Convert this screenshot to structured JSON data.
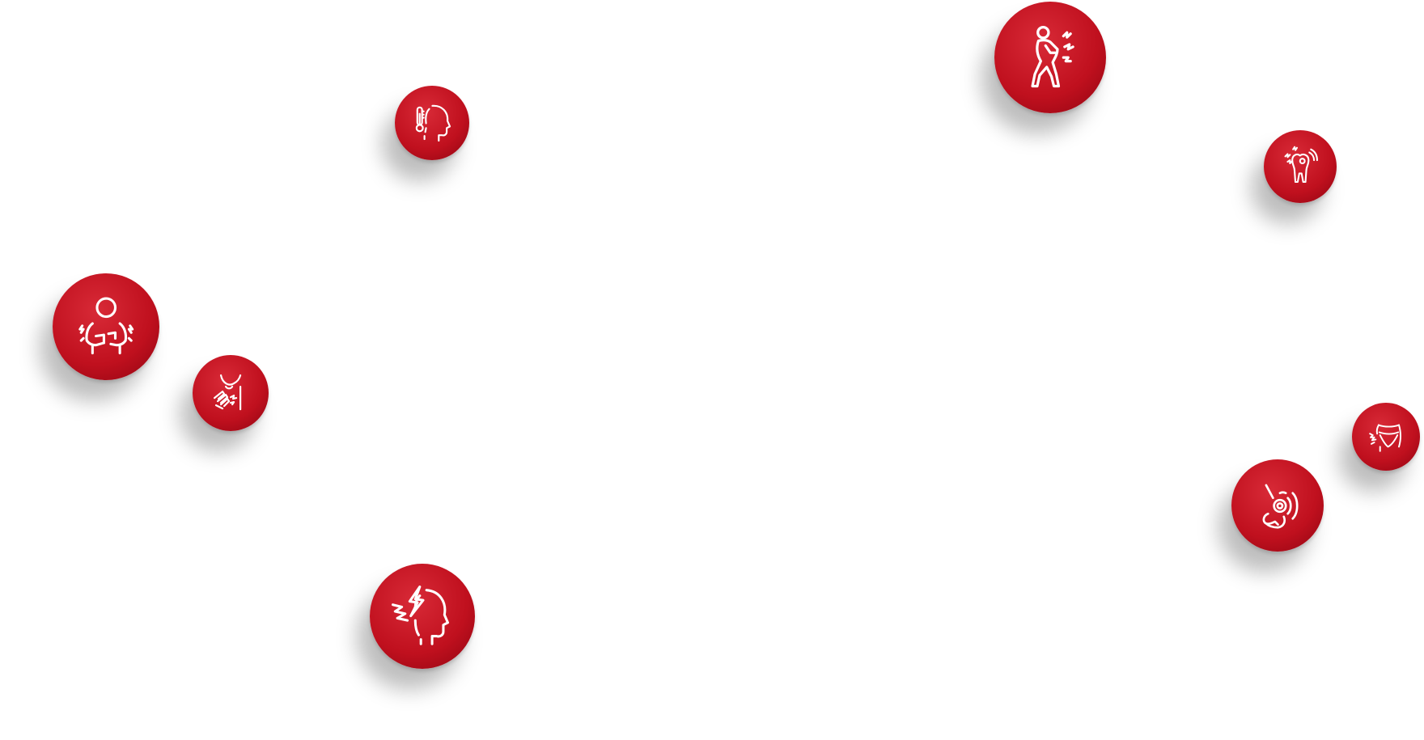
{
  "colors": {
    "bubble_light": "#d82a37",
    "bubble_mid": "#c0101e",
    "bubble_dark": "#8e0512",
    "icon_stroke": "#ffffff",
    "background": "#ffffff"
  },
  "icons": [
    {
      "id": "fever",
      "icon": "fever-thermometer-head-icon"
    },
    {
      "id": "back",
      "icon": "back-pain-person-icon"
    },
    {
      "id": "tooth",
      "icon": "toothache-icon"
    },
    {
      "id": "body",
      "icon": "body-ache-person-icon"
    },
    {
      "id": "throat",
      "icon": "sore-throat-icon"
    },
    {
      "id": "head",
      "icon": "headache-icon"
    },
    {
      "id": "ear",
      "icon": "earache-icon"
    },
    {
      "id": "pelvis",
      "icon": "pelvic-pain-icon"
    }
  ]
}
